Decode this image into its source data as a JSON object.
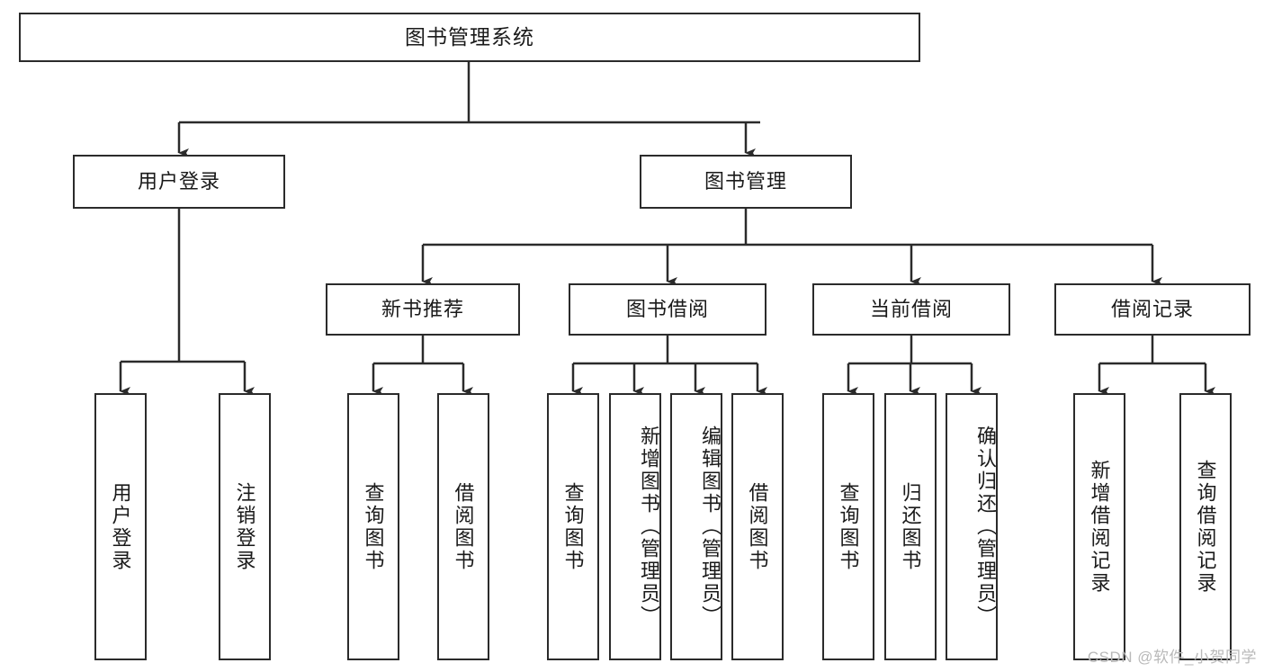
{
  "diagram": {
    "title": "图书管理系统",
    "type": "tree",
    "watermark": "CSDN @软件_小贺同学",
    "colors": {
      "stroke": "#2b2b2b",
      "fill": "#ffffff",
      "text": "#1a1a1a",
      "watermark": "#b9b9b9"
    },
    "levels": {
      "level1": [
        {
          "id": "root",
          "label": "图书管理系统"
        }
      ],
      "level2": [
        {
          "id": "user-login",
          "label": "用户登录"
        },
        {
          "id": "book-manage",
          "label": "图书管理"
        }
      ],
      "level3": [
        {
          "id": "new-book-rec",
          "label": "新书推荐",
          "parent": "book-manage"
        },
        {
          "id": "book-borrow",
          "label": "图书借阅",
          "parent": "book-manage"
        },
        {
          "id": "current-borrow",
          "label": "当前借阅",
          "parent": "book-manage"
        },
        {
          "id": "borrow-record",
          "label": "借阅记录",
          "parent": "book-manage"
        }
      ],
      "level4": [
        {
          "id": "leaf-user-login",
          "label": "用户登录",
          "parent": "user-login"
        },
        {
          "id": "leaf-logout",
          "label": "注销登录",
          "parent": "user-login"
        },
        {
          "id": "leaf-query-book-1",
          "label": "查询图书",
          "parent": "new-book-rec"
        },
        {
          "id": "leaf-borrow-book-1",
          "label": "借阅图书",
          "parent": "new-book-rec"
        },
        {
          "id": "leaf-query-book-2",
          "label": "查询图书",
          "parent": "book-borrow"
        },
        {
          "id": "leaf-add-book",
          "label": "新增图书（管理员）",
          "parent": "book-borrow"
        },
        {
          "id": "leaf-edit-book",
          "label": "编辑图书（管理员）",
          "parent": "book-borrow"
        },
        {
          "id": "leaf-borrow-book-2",
          "label": "借阅图书",
          "parent": "book-borrow"
        },
        {
          "id": "leaf-query-book-3",
          "label": "查询图书",
          "parent": "current-borrow"
        },
        {
          "id": "leaf-return-book",
          "label": "归还图书",
          "parent": "current-borrow"
        },
        {
          "id": "leaf-confirm-return",
          "label": "确认归还（管理员）",
          "parent": "current-borrow"
        },
        {
          "id": "leaf-add-record",
          "label": "新增借阅记录",
          "parent": "borrow-record"
        },
        {
          "id": "leaf-query-record",
          "label": "查询借阅记录",
          "parent": "borrow-record"
        }
      ]
    }
  }
}
